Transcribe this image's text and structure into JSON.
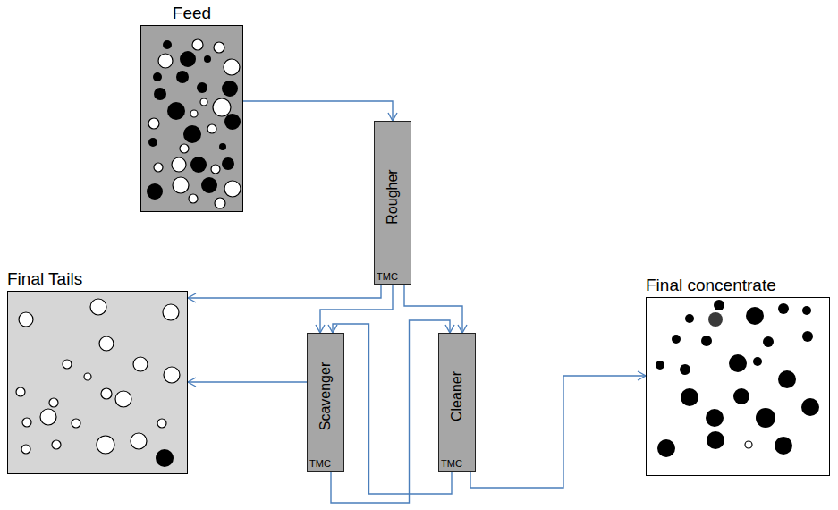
{
  "diagram": {
    "nodes": [
      {
        "text": [
          "Feed"
        ]
      },
      {
        "text": [
          "Rougher",
          "TMC"
        ]
      },
      {
        "text": [
          "Final Tails"
        ]
      },
      {
        "text": [
          "Scavenger",
          "TMC"
        ]
      },
      {
        "text": [
          "Cleaner",
          "TMC"
        ]
      },
      {
        "text": [
          "Final concentrate"
        ]
      }
    ],
    "edges": [
      {
        "from": 0,
        "to": 1,
        "arrow": "to"
      },
      {
        "from": 1,
        "to": 2,
        "arrow": "to"
      },
      {
        "from": 1,
        "to": 3,
        "arrow": "to"
      },
      {
        "from": 1,
        "to": 4,
        "arrow": "to"
      },
      {
        "from": 3,
        "to": 2,
        "arrow": "to"
      },
      {
        "from": 3,
        "to": 4,
        "arrow": "to"
      },
      {
        "from": 4,
        "to": 3,
        "arrow": "to"
      },
      {
        "from": 4,
        "to": 5,
        "arrow": "to"
      }
    ]
  }
}
